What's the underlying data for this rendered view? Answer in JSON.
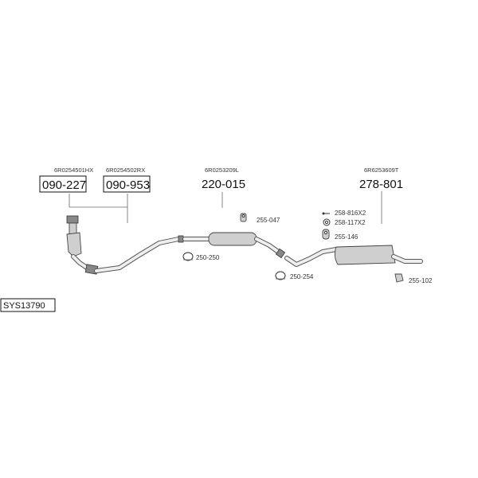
{
  "system_code": "SYS13790",
  "parts": {
    "cat_front": {
      "oem": "6R0254501HX",
      "number": "090-227"
    },
    "cat_rear": {
      "oem": "6R0254502RX",
      "number": "090-953"
    },
    "middle": {
      "oem": "6R0253209L",
      "number": "220-015"
    },
    "rear": {
      "oem": "6R6253609T",
      "number": "278-801"
    }
  },
  "accessories": {
    "a255_047": "255-047",
    "a250_250": "250-250",
    "a250_254": "250-254",
    "a258_816": "258-816X2",
    "a258_117": "258-117X2",
    "a255_146": "255-146",
    "a255_102": "255-102"
  }
}
